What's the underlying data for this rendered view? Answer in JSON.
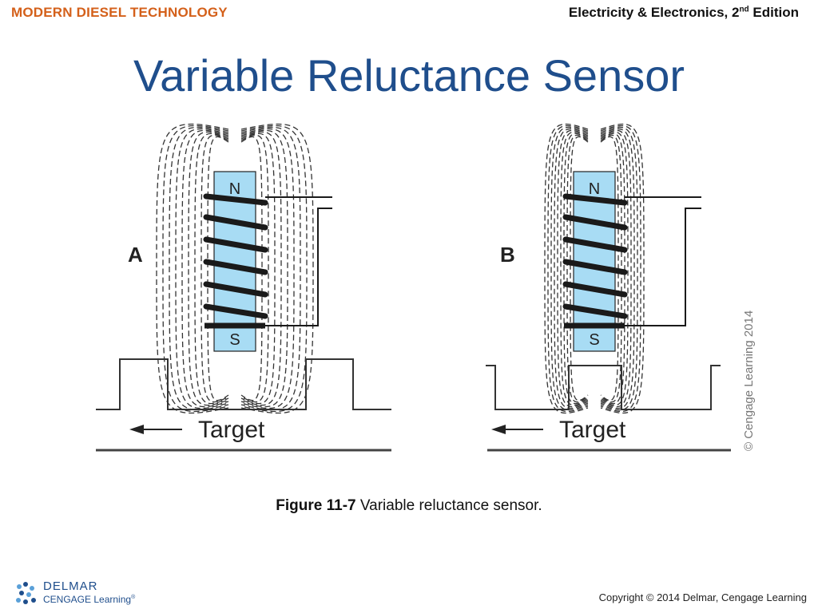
{
  "header": {
    "left": "MODERN DIESEL TECHNOLOGY",
    "right_main": "Electricity & Electronics, 2",
    "right_sup": "nd",
    "right_end": " Edition"
  },
  "slide": {
    "title": "Variable Reluctance Sensor"
  },
  "figure": {
    "panel_a_label": "A",
    "panel_b_label": "B",
    "north_label": "N",
    "south_label": "S",
    "target_label": "Target",
    "watermark": "© Cengage Learning 2014",
    "colors": {
      "magnet": "#a8dcf4",
      "coil": "#1a1a1a",
      "field": "#333333"
    }
  },
  "caption": {
    "bold": "Figure 11-7",
    "text": " Variable reluctance sensor."
  },
  "footer": {
    "logo_line1": "DELMAR",
    "logo_line2": "CENGAGE Learning",
    "logo_line2_mark": "®",
    "copyright": "Copyright © 2014 Delmar, Cengage Learning",
    "brand_color": "#1f4e8c"
  }
}
